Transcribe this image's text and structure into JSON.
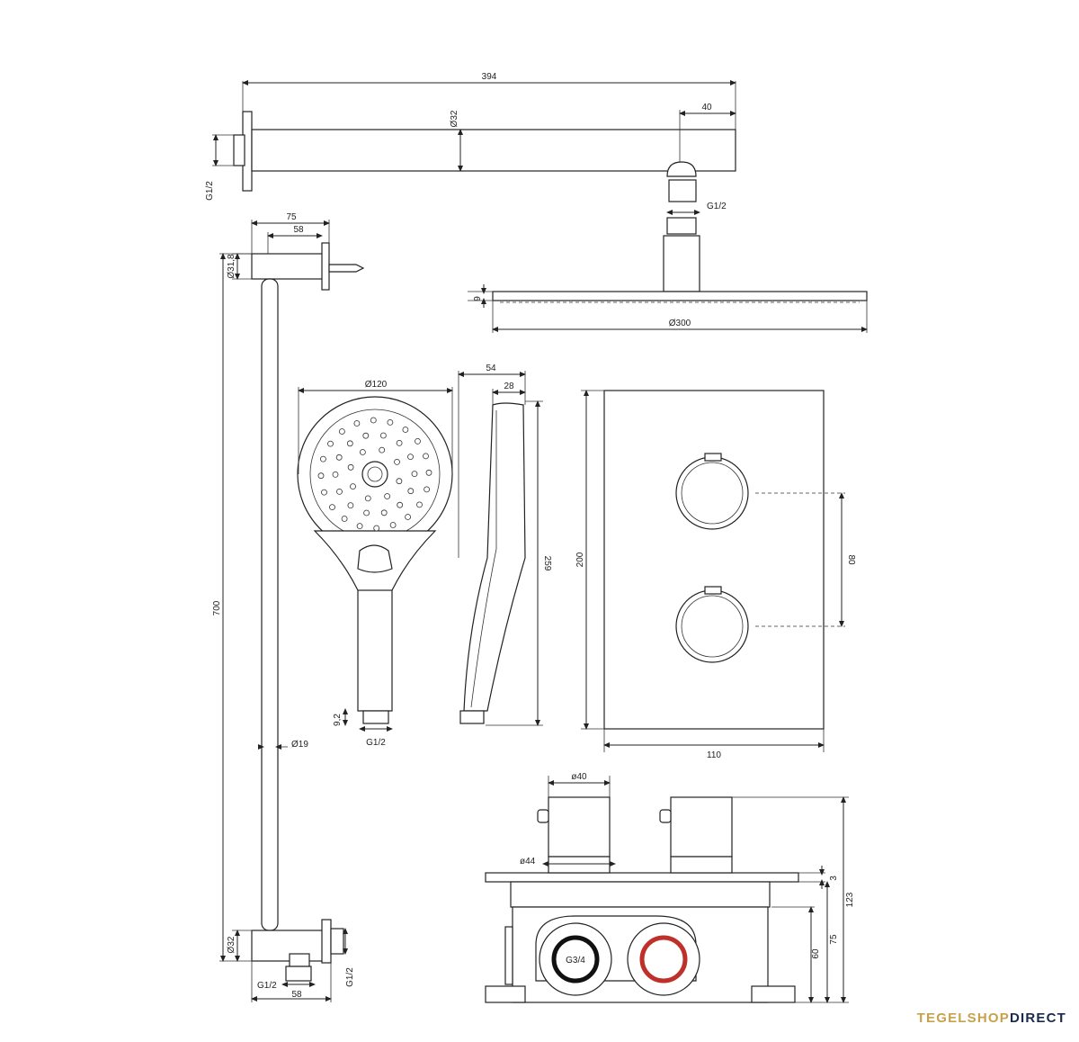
{
  "dimensions": {
    "arm_length": "394",
    "arm_diameter": "Ø32",
    "arm_end": "40",
    "arm_thread_left": "G1/2",
    "arm_thread_right": "G1/2",
    "head_height": "9",
    "head_diameter": "Ø300",
    "holder_75": "75",
    "holder_58": "58",
    "holder_diameter": "Ø31,8",
    "rail_length": "700",
    "rail_diameter": "Ø19",
    "rail_bottom_diameter": "Ø32",
    "outlet_thread_a": "G1/2",
    "outlet_thread_b": "G1/2",
    "outlet_58": "58",
    "hand_diameter": "Ø120",
    "hand_thread_height": "9,2",
    "hand_thread": "G1/2",
    "side_54": "54",
    "side_28": "28",
    "side_259": "259",
    "plate_200": "200",
    "plate_80": "80",
    "plate_110": "110",
    "knob_40": "ø40",
    "knob_44": "ø44",
    "box_3": "3",
    "box_123": "123",
    "box_75": "75",
    "box_60": "60",
    "box_thread": "G3/4"
  },
  "brand": {
    "part1": "TEGELSHOP",
    "part2": "DIRECT",
    "color1": "#c8a24a",
    "color2": "#1a2a4a"
  },
  "colors": {
    "red_ring": "#c0302a",
    "black_ring": "#111111"
  }
}
